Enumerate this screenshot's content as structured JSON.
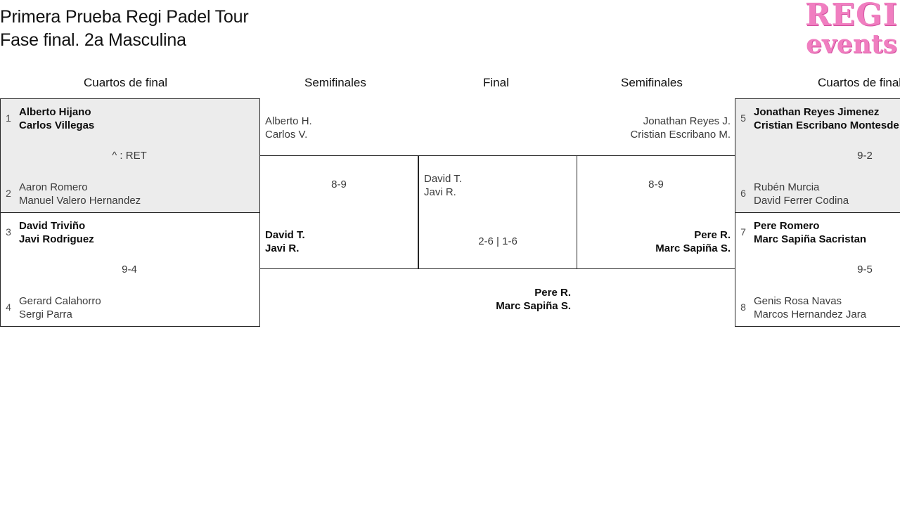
{
  "header": {
    "title": "Primera Prueba Regi Padel Tour\nFase final. 2a Masculina",
    "logo_line1": "REGI",
    "logo_line2": "events"
  },
  "round_headers": {
    "left_quarters": "Cuartos de final",
    "left_semis": "Semifinales",
    "final": "Final",
    "right_semis": "Semifinales",
    "right_quarters": "Cuartos de final"
  },
  "bracket": {
    "left_quarterfinals": [
      {
        "seed_top": "1",
        "top_p1": "Alberto Hijano",
        "top_p2": "Carlos Villegas",
        "seed_bottom": "2",
        "bottom_p1": "Aaron Romero",
        "bottom_p2": "Manuel Valero Hernandez",
        "score": "^ : RET",
        "winner": "top"
      },
      {
        "seed_top": "3",
        "top_p1": "David Triviño",
        "top_p2": "Javi Rodriguez",
        "seed_bottom": "4",
        "bottom_p1": "Gerard Calahorro",
        "bottom_p2": "Sergi Parra",
        "score": "9-4",
        "winner": "top"
      }
    ],
    "left_semifinal": {
      "top_p1": "Alberto H.",
      "top_p2": "Carlos V.",
      "bottom_p1": "David T.",
      "bottom_p2": "Javi R.",
      "score": "8-9",
      "winner": "bottom"
    },
    "final": {
      "left_p1": "David T.",
      "left_p2": "Javi R.",
      "right_p1": "Pere R.",
      "right_p2": "Marc Sapiña S.",
      "score": "2-6 | 1-6",
      "winner": "right"
    },
    "right_semifinal": {
      "top_p1": "Jonathan Reyes J.",
      "top_p2": "Cristian Escribano M.",
      "bottom_p1": "Pere R.",
      "bottom_p2": "Marc Sapiña S.",
      "score": "8-9",
      "winner": "bottom"
    },
    "right_quarterfinals": [
      {
        "seed_top": "5",
        "top_p1": "Jonathan Reyes Jimenez",
        "top_p2": "Cristian Escribano Montesde",
        "seed_bottom": "6",
        "bottom_p1": "Rubén Murcia",
        "bottom_p2": "David Ferrer Codina",
        "score": "9-2",
        "winner": "top"
      },
      {
        "seed_top": "7",
        "top_p1": "Pere Romero",
        "top_p2": "Marc Sapiña Sacristan",
        "seed_bottom": "8",
        "bottom_p1": "Genis Rosa Navas",
        "bottom_p2": "Marcos Hernandez Jara",
        "score": "9-5",
        "winner": "top"
      }
    ]
  },
  "colors": {
    "shaded_row": "#ececec",
    "border": "#262626",
    "logo_pink": "#f07ec0",
    "text": "#1a1a1a"
  }
}
